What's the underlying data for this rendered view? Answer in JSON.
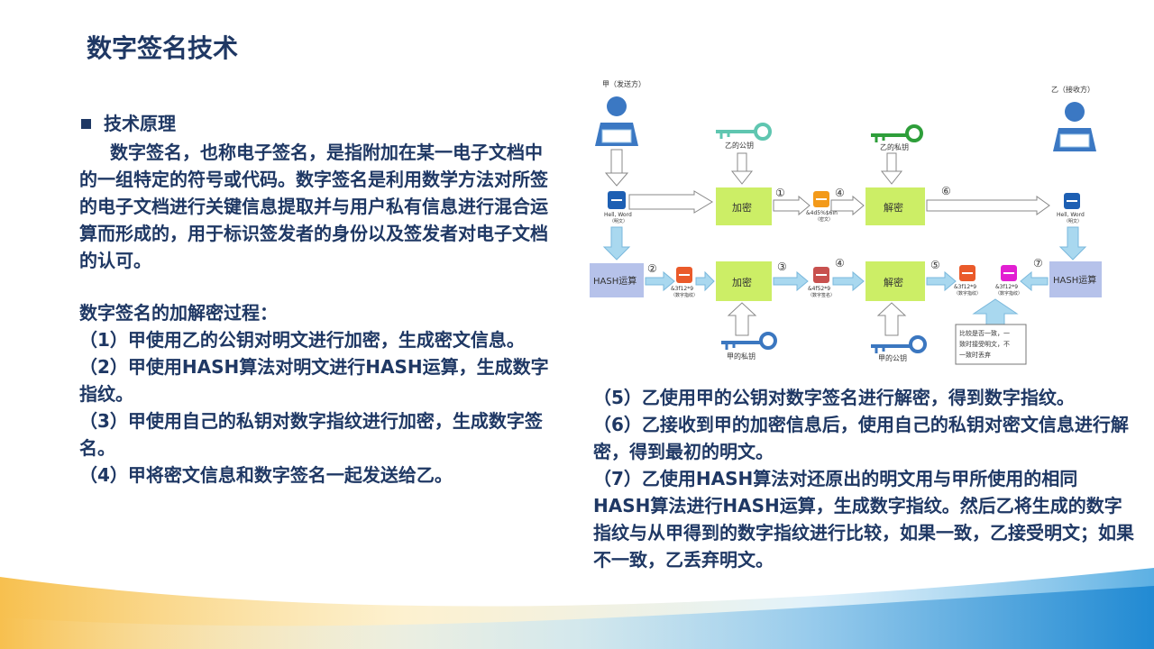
{
  "title": "数字签名技术",
  "left": {
    "heading": "技术原理",
    "paragraph": "数字签名，也称电子签名，是指附加在某一电子文档中的一组特定的符号或代码。数字签名是利用数学方法对所签的电子文档进行关键信息提取并与用户私有信息进行混合运算而形成的，用于标识签发者的身份以及签发者对电子文档的认可。",
    "process_title": "数字签名的加解密过程：",
    "steps": [
      "（1）甲使用乙的公钥对明文进行加密，生成密文信息。",
      "（2）甲使用HASH算法对明文进行HASH运算，生成数字指纹。",
      "（3）甲使用自己的私钥对数字指纹进行加密，生成数字签名。",
      "（4）甲将密文信息和数字签名一起发送给乙。"
    ]
  },
  "right": {
    "steps": [
      "（5）乙使用甲的公钥对数字签名进行解密，得到数字指纹。",
      "（6）乙接收到甲的加密信息后，使用自己的私钥对密文信息进行解密，得到最初的明文。",
      "（7）乙使用HASH算法对还原出的明文用与甲所使用的相同HASH算法进行HASH运算，生成数字指纹。然后乙将生成的数字指纹与从甲得到的数字指纹进行比较，如果一致，乙接受明文；如果不一致，乙丢弃明文。"
    ]
  },
  "diagram": {
    "sender": "甲（发送方）",
    "receiver": "乙（接收方）",
    "key_b_public": "乙的公钥",
    "key_b_private": "乙的私钥",
    "key_a_private": "甲的私钥",
    "key_a_public": "甲的公钥",
    "encrypt": "加密",
    "decrypt": "解密",
    "hash": "HASH运算",
    "plaintext": "Hell, Word",
    "plaintext_note": "（明文）",
    "ciphertext": "&4d5%$6ln",
    "ciphertext_note": "（密文）",
    "fingerprint": "&3f12*9",
    "fingerprint_note": "（数字指纹）",
    "signature": "&4f52*9",
    "signature_note": "（数字签名）",
    "compare_line1": "比较是否一致，一",
    "compare_line2": "致时接受明文，不",
    "compare_line3": "一致时丢弃",
    "n1": "①",
    "n2": "②",
    "n3": "③",
    "n4": "④",
    "n5": "⑤",
    "n6": "⑥",
    "n7": "⑦",
    "colors": {
      "green_box": "#ccee66",
      "hash_box": "#b6c2ea",
      "key_teal": "#5fc6b0",
      "key_green": "#2e9e3a",
      "key_blue": "#3b77c0",
      "arrow_fill": "#a9d8ef",
      "doc_blue": "#1d5fb3",
      "doc_orange": "#f39a1a",
      "doc_red": "#c8514f",
      "doc_pink": "#e21fd2",
      "doc_orange_red": "#ea5a2a"
    }
  }
}
